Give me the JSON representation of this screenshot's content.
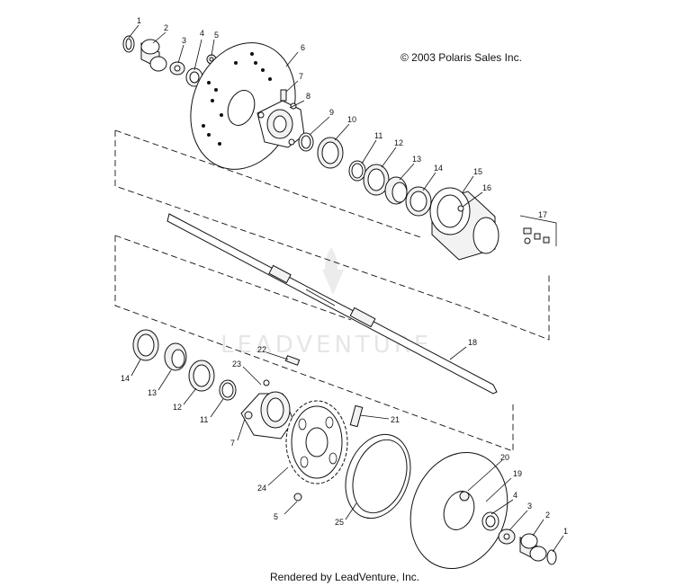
{
  "copyright": "© 2003 Polaris Sales Inc.",
  "footer": "Rendered by LeadVenture, Inc.",
  "watermark": "LEADVENTURE",
  "callouts": {
    "c1a": "1",
    "c2a": "2",
    "c3a": "3",
    "c4a": "4",
    "c5a": "5",
    "c6": "6",
    "c7a": "7",
    "c8": "8",
    "c9": "9",
    "c10": "10",
    "c11a": "11",
    "c12a": "12",
    "c13a": "13",
    "c14a": "14",
    "c15": "15",
    "c16": "16",
    "c17": "17",
    "c18": "18",
    "c14b": "14",
    "c13b": "13",
    "c12b": "12",
    "c11b": "11",
    "c22": "22",
    "c23": "23",
    "c7b": "7",
    "c21": "21",
    "c24": "24",
    "c5b": "5",
    "c25": "25",
    "c20": "20",
    "c19": "19",
    "c4b": "4",
    "c3b": "3",
    "c2b": "2",
    "c1b": "1"
  }
}
